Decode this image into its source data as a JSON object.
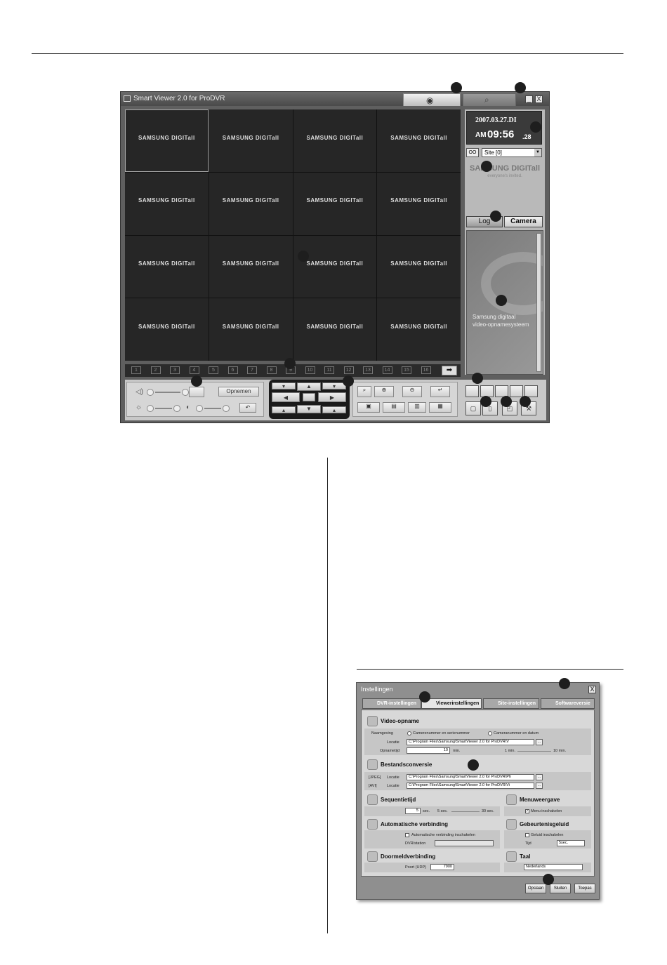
{
  "viewer": {
    "title": "Smart Viewer 2.0 for ProDVR",
    "window_controls": {
      "minimize": "_",
      "close": "X"
    },
    "tab_icons": {
      "live": "eye-icon",
      "search": "magnifier-icon"
    },
    "camera_logo": "SAMSUNG DIGITall",
    "channels": [
      "1",
      "2",
      "3",
      "4",
      "5",
      "6",
      "7",
      "8",
      "9",
      "10",
      "11",
      "12",
      "13",
      "14",
      "15",
      "16"
    ],
    "next_arrow": "➡",
    "clock": {
      "date": "2007.03.27.DI",
      "ampm": "AM",
      "time": "09:56",
      "frac": ".28"
    },
    "site": {
      "icon": "OO",
      "selected": "Site [0]"
    },
    "side_logo": "SAMSUNG DIGITall",
    "side_tagline": "everyone's invited.",
    "side_tabs": {
      "log": "Log",
      "camera": "Camera"
    },
    "log_text": [
      "Samsung digitaal",
      "video-opnamesysteem"
    ],
    "record_button": "Opnemen"
  },
  "settings": {
    "title": "Instellingen",
    "close": "X",
    "tabs": [
      "DVR-instellingen",
      "Viewerinstellingen",
      "Site-instellingen",
      "Softwareversie"
    ],
    "video": {
      "title": "Video-opname",
      "naming_label": "Naamgeving",
      "naming_opt1": "Camerenummer en serienummer",
      "naming_opt2": "Cameranummer en datum",
      "location_label": "Locatie",
      "location_value": "C:\\Program Files\\Samsung\\SmartViewer 2.0 for ProDVR\\V",
      "duration_label": "Opnametijd",
      "duration_value": "10",
      "duration_unit": "min.",
      "range_min": "1 min.",
      "range_max": "10 min."
    },
    "conversion": {
      "title": "Bestandsconversie",
      "jpeg_label": "[JPEG]",
      "avi_label": "[AVI]",
      "location_label": "Locatie",
      "jpeg_value": "C:\\Program Files\\Samsung\\SmartViewer 2.0 for ProDVR\\Ph",
      "avi_value": "C:\\Program Files\\Samsung\\SmartViewer 2.0 for ProDVR\\Vi"
    },
    "sequence": {
      "title": "Sequentietijd",
      "value": "5",
      "unit": "sec.",
      "range_min": "5 sec.",
      "range_max": "30 sec."
    },
    "menu_display": {
      "title": "Menuweergave",
      "check": "Menu inschakelen"
    },
    "auto_connect": {
      "title": "Automatische verbinding",
      "check": "Automatische verbinding inschakelen",
      "dvr_label": "DVR/station"
    },
    "event_sound": {
      "title": "Gebeurtenisgeluid",
      "check": "Geluid inschakelen",
      "time_label": "Tijd",
      "time_value": "5sec."
    },
    "forward": {
      "title": "Doormeldverbinding",
      "port_label": "Poort (UDP)",
      "port_value": "7900"
    },
    "language": {
      "title": "Taal",
      "value": "Nederlands"
    },
    "buttons": [
      "Opslaan",
      "Sluiten",
      "Toepas"
    ]
  }
}
